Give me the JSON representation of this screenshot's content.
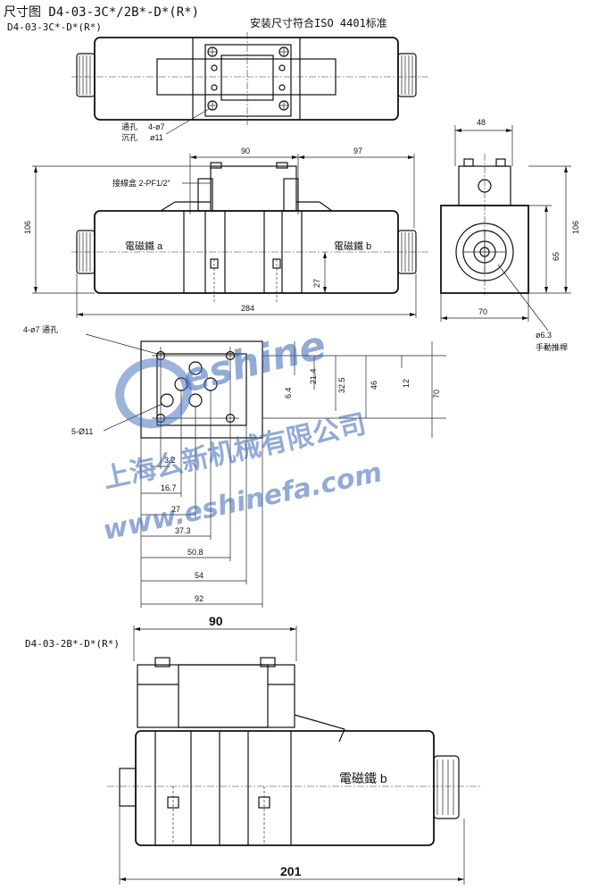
{
  "header": {
    "title": "尺寸图 D4-03-3C*/2B*-D*(R*)",
    "model_3c": "D4-03-3C*-D*(R*)",
    "install_note": "安装尺寸符合ISO 4401标准",
    "model_2b": "D4-03-2B*-D*(R*)"
  },
  "top_view": {
    "through_hole_label": "通孔",
    "through_hole_size": "4-ø7",
    "counterbore_label": "沉孔",
    "counterbore_size": "ø11"
  },
  "front_view": {
    "dim_90": "90",
    "dim_97": "97",
    "dim_106": "106",
    "dim_27": "27",
    "dim_284": "284",
    "terminal_box": "接線盒 2-PF1/2\"",
    "solenoid_a": "電磁鐵 a",
    "solenoid_b": "電磁鐵 b"
  },
  "side_view": {
    "dim_48": "48",
    "dim_106": "106",
    "dim_65": "65",
    "dim_70": "70",
    "pin_size": "ø6.3",
    "manual_override": "手動推桿"
  },
  "mount_face": {
    "holes_7": "4-ø7 通孔",
    "holes_11": "5-Ø11",
    "v_dims": [
      "6.4",
      "21.4",
      "32.5",
      "46",
      "12",
      "70"
    ],
    "h_dims": [
      "3.2",
      "16.7",
      "27",
      "37.3",
      "50.8",
      "54",
      "92"
    ]
  },
  "bottom_view": {
    "dim_90": "90",
    "dim_201": "201",
    "solenoid_b": "電磁鐵 b"
  },
  "watermark": {
    "brand": "eshine",
    "company": "上海么新机械有限公司",
    "url": "www.eshinefa.com"
  }
}
